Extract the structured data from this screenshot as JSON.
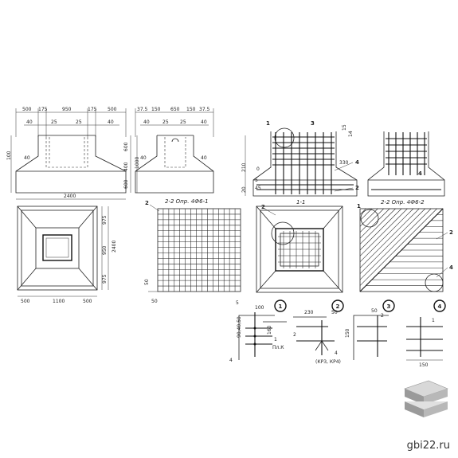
{
  "watermark": "gbi22.ru",
  "views": {
    "front": {
      "top_dims": [
        "500",
        "175",
        "950",
        "175",
        "500"
      ],
      "top_sub_dims": [
        "40",
        "25",
        "25",
        "40"
      ],
      "left_dims": [
        "100",
        "40"
      ],
      "right_dims": [
        "600",
        "400",
        "1000",
        "600"
      ],
      "base_dim": "2400"
    },
    "plan": {
      "right_dims": [
        "975",
        "950",
        "975"
      ],
      "total_dim": "2400",
      "bottom_dims": [
        "500",
        "1100",
        "500"
      ]
    },
    "side": {
      "top_dims": [
        "37.5",
        "150",
        "650",
        "150",
        "37.5"
      ],
      "top_sub_dims": [
        "40",
        "25",
        "25",
        "40"
      ],
      "side_dim": "40"
    },
    "mesh": {
      "section_title": "2-2  Опр. 4Ф6-1",
      "callout": "2",
      "dims": [
        "50",
        "50"
      ]
    },
    "section_1_1": {
      "title": "1-1",
      "callouts": [
        "1",
        "3",
        "4",
        "2"
      ],
      "dims": [
        "20",
        "210",
        "0",
        "330",
        "15",
        "14",
        "5",
        "45"
      ],
      "side_labels": [
        "3",
        "2",
        "4"
      ]
    },
    "section_2_2": {
      "title": "2-2  Опр. 4Ф6-2",
      "callouts": [
        "4"
      ]
    },
    "plan_reinforced": {
      "callout": "2"
    },
    "diagonal_mesh": {
      "callouts": [
        "1",
        "2",
        "4"
      ]
    },
    "details": {
      "nodes": [
        "1",
        "2",
        "3",
        "4"
      ],
      "node1_labels": [
        "5",
        "100",
        "160",
        "1",
        "4",
        "Пл.К",
        "90,40,50"
      ],
      "node2_labels": [
        "230",
        "2",
        "4",
        "(КР3, КР4)",
        "50"
      ],
      "node3_labels": [
        "2",
        "50",
        "150"
      ],
      "node4_labels": [
        "1",
        "150"
      ]
    }
  }
}
